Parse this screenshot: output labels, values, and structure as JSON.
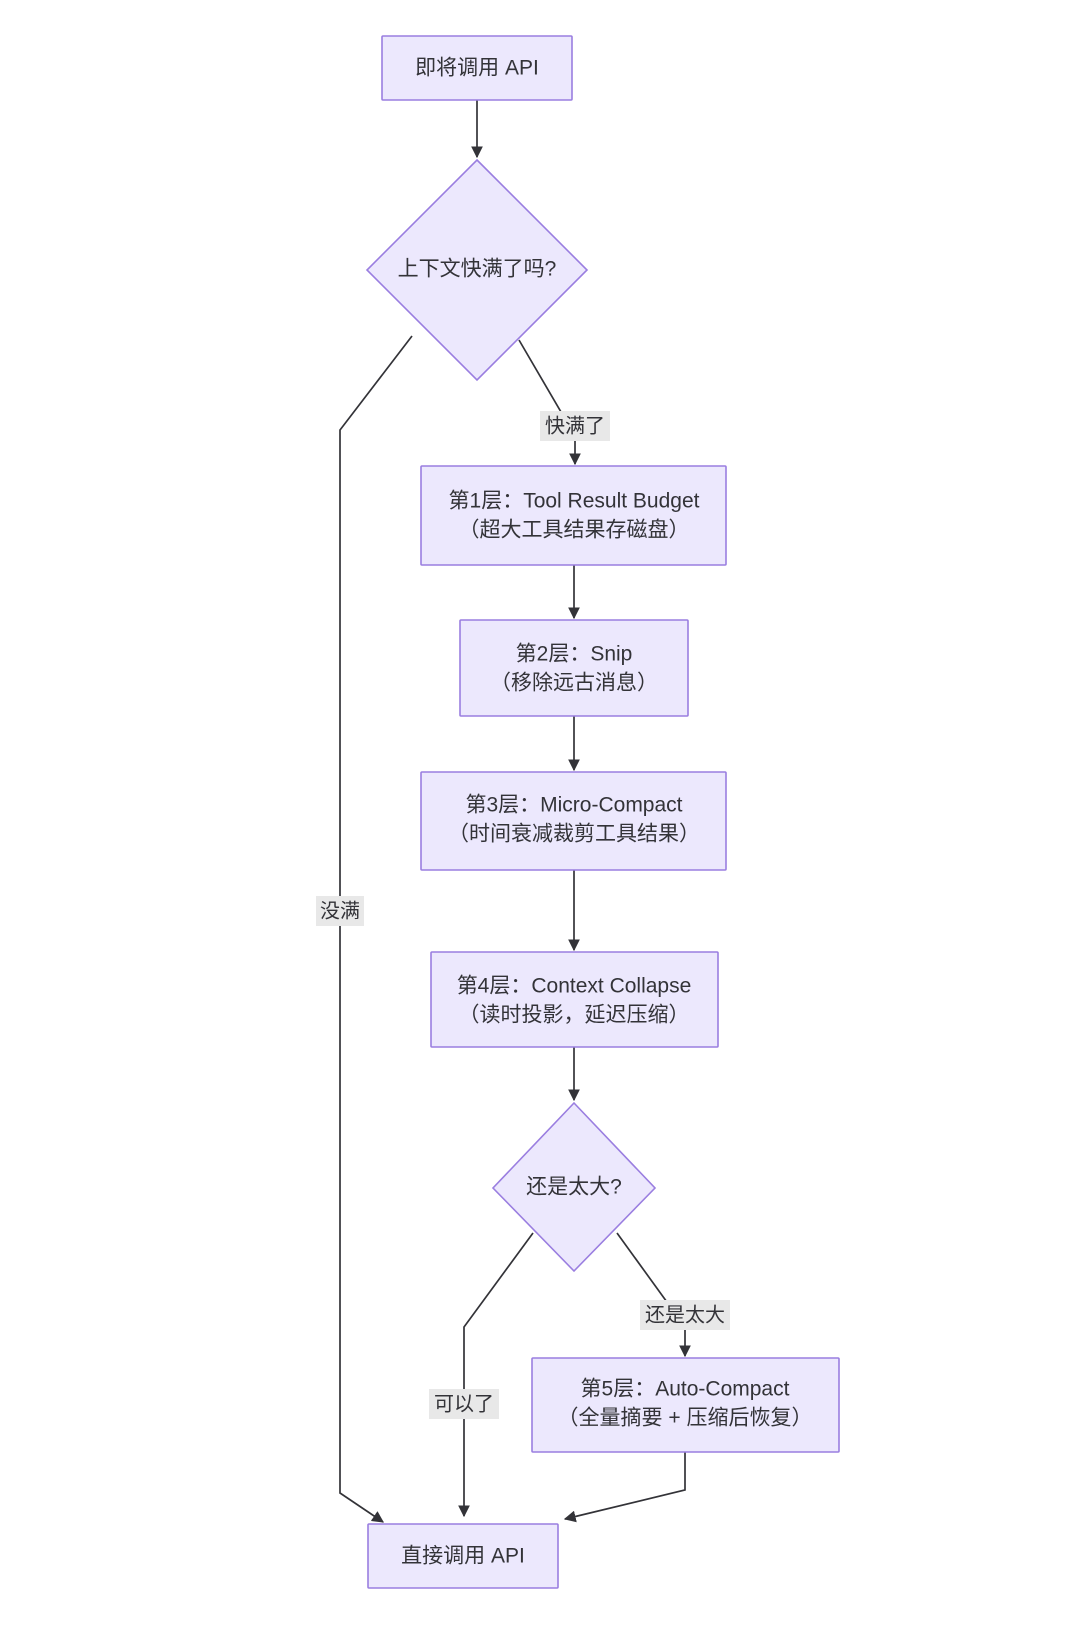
{
  "diagram": {
    "type": "flowchart",
    "direction": "top-down",
    "theme": {
      "node_fill": "#ece8fd",
      "node_stroke": "#9a7ee0",
      "edge_color": "#333338",
      "text_color": "#333338",
      "label_background": "#e8e8e8",
      "canvas_background": "#ffffff"
    },
    "nodes": [
      {
        "id": "start",
        "shape": "rect",
        "line1": "即将调用 API",
        "line2": ""
      },
      {
        "id": "decision1",
        "shape": "diamond",
        "line1": "上下文快满了吗?",
        "line2": ""
      },
      {
        "id": "layer1",
        "shape": "rect",
        "line1": "第1层：Tool Result Budget",
        "line2": "（超大工具结果存磁盘）"
      },
      {
        "id": "layer2",
        "shape": "rect",
        "line1": "第2层：Snip",
        "line2": "（移除远古消息）"
      },
      {
        "id": "layer3",
        "shape": "rect",
        "line1": "第3层：Micro-Compact",
        "line2": "（时间衰减裁剪工具结果）"
      },
      {
        "id": "layer4",
        "shape": "rect",
        "line1": "第4层：Context Collapse",
        "line2": "（读时投影，延迟压缩）"
      },
      {
        "id": "decision2",
        "shape": "diamond",
        "line1": "还是太大?",
        "line2": ""
      },
      {
        "id": "layer5",
        "shape": "rect",
        "line1": "第5层：Auto-Compact",
        "line2": "（全量摘要 + 压缩后恢复）"
      },
      {
        "id": "end",
        "shape": "rect",
        "line1": "直接调用 API",
        "line2": ""
      }
    ],
    "edges": [
      {
        "id": "e-start-d1",
        "from": "start",
        "to": "decision1",
        "label": ""
      },
      {
        "id": "e-d1-layer1",
        "from": "decision1",
        "to": "layer1",
        "label": "快满了"
      },
      {
        "id": "e-d1-end",
        "from": "decision1",
        "to": "end",
        "label": "没满"
      },
      {
        "id": "e-l1-l2",
        "from": "layer1",
        "to": "layer2",
        "label": ""
      },
      {
        "id": "e-l2-l3",
        "from": "layer2",
        "to": "layer3",
        "label": ""
      },
      {
        "id": "e-l3-l4",
        "from": "layer3",
        "to": "layer4",
        "label": ""
      },
      {
        "id": "e-l4-d2",
        "from": "layer4",
        "to": "decision2",
        "label": ""
      },
      {
        "id": "e-d2-end",
        "from": "decision2",
        "to": "end",
        "label": "可以了"
      },
      {
        "id": "e-d2-l5",
        "from": "decision2",
        "to": "layer5",
        "label": "还是太大"
      },
      {
        "id": "e-l5-end",
        "from": "layer5",
        "to": "end",
        "label": ""
      }
    ]
  }
}
